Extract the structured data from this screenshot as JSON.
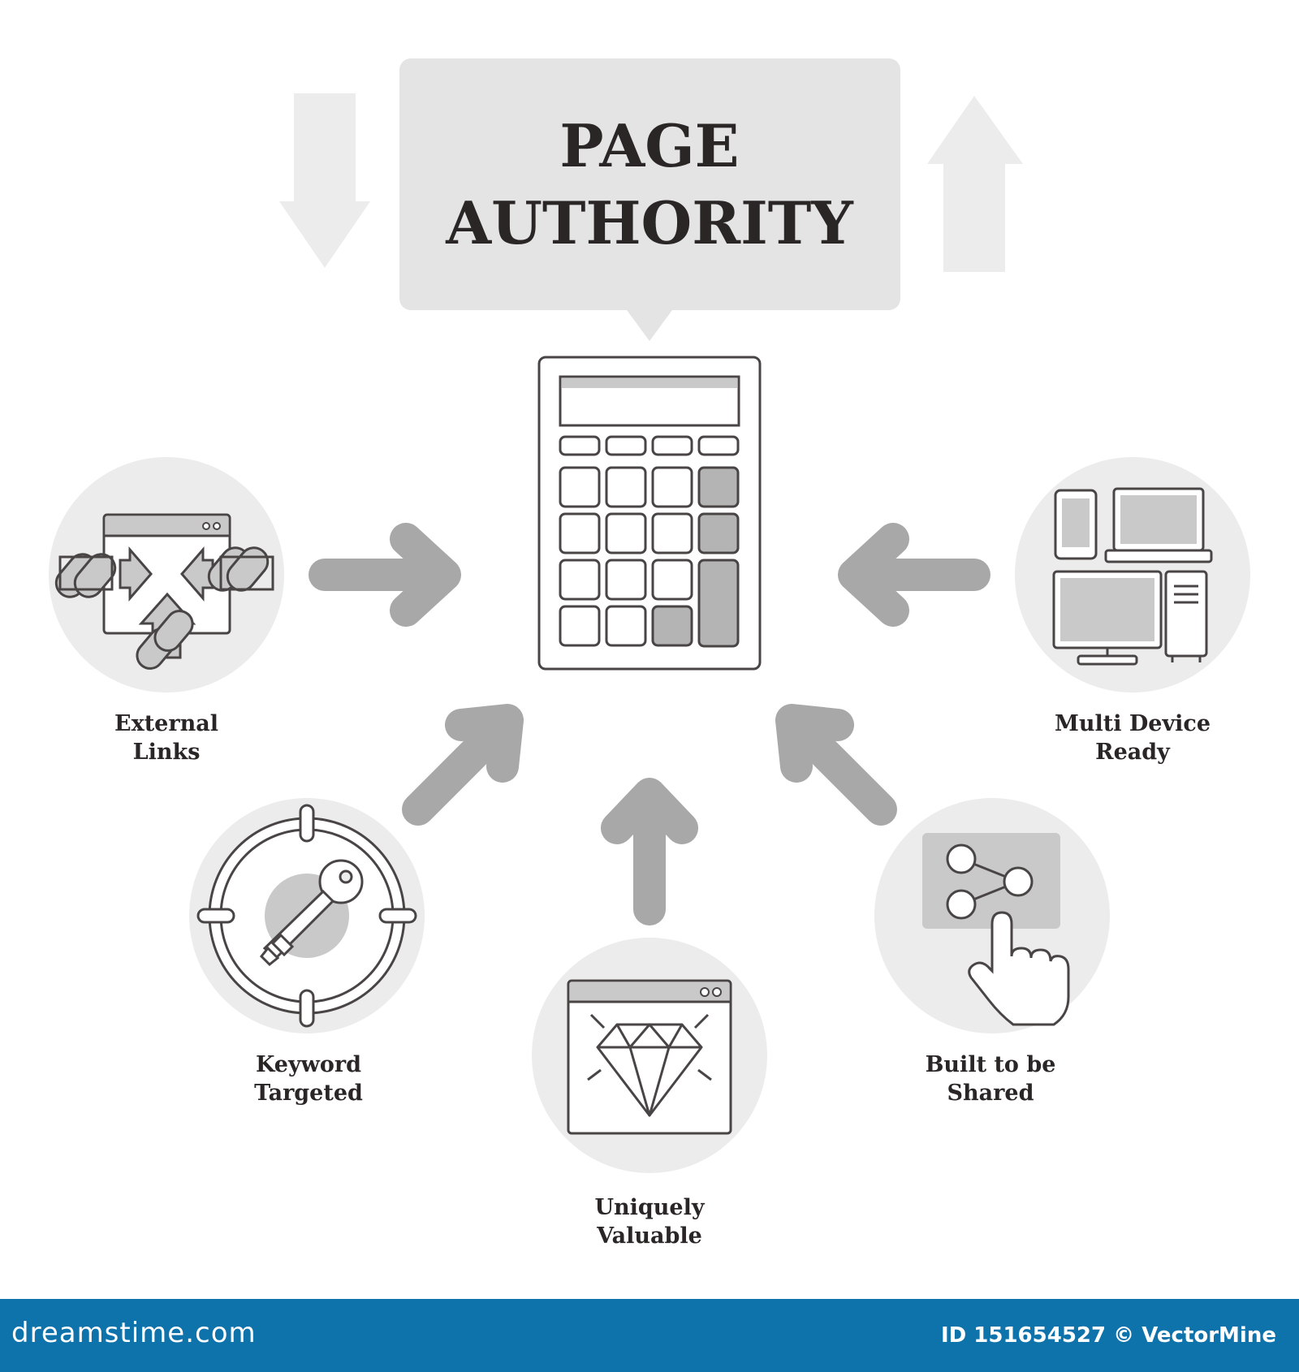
{
  "title": {
    "line1": "PAGE",
    "line2": "AUTHORITY"
  },
  "factors": {
    "external_links": {
      "line1": "External",
      "line2": "Links"
    },
    "keyword_targeted": {
      "line1": "Keyword",
      "line2": "Targeted"
    },
    "uniquely_valuable": {
      "line1": "Uniquely",
      "line2": "Valuable"
    },
    "built_to_be_shared": {
      "line1": "Built to be",
      "line2": "Shared"
    },
    "multi_device_ready": {
      "line1": "Multi Device",
      "line2": "Ready"
    }
  },
  "footer": {
    "brand": "dreamstime.com",
    "credit": "ID 151654527 © VectorMine"
  },
  "colors": {
    "title_box": "#e4e4e4",
    "circle": "#ececec",
    "arrow": "#a8a8a8",
    "outline": "#4a4545",
    "footer_bar": "#0e72ab"
  }
}
